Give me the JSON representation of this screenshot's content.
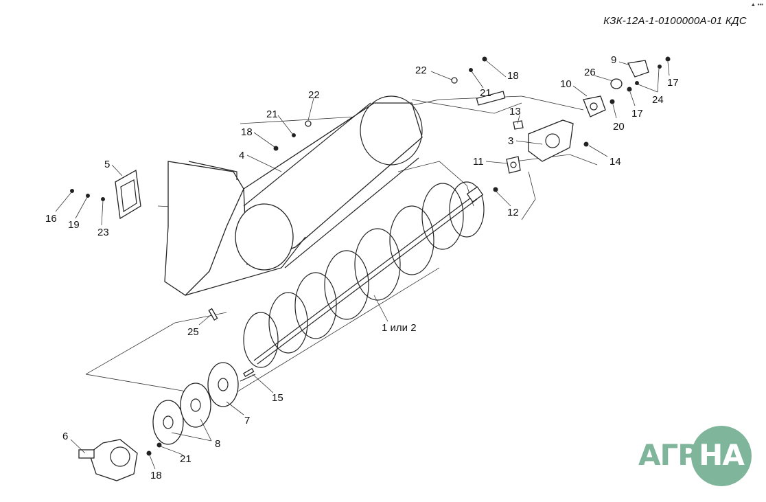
{
  "document_code": "КЗК-12А-1-0100000А-01 КДС",
  "corner_mark": "▲ ▪▪▪",
  "logo": {
    "left_text": "АГРО",
    "circle_text": "НА"
  },
  "callouts": {
    "c1": "1 или 2",
    "c3": "3",
    "c4": "4",
    "c5": "5",
    "c6": "6",
    "c7": "7",
    "c8": "8",
    "c9": "9",
    "c10": "10",
    "c11": "11",
    "c12": "12",
    "c13": "13",
    "c14": "14",
    "c15": "15",
    "c16": "16",
    "c17a": "17",
    "c17b": "17",
    "c18a": "18",
    "c18b": "18",
    "c18c": "18",
    "c19": "19",
    "c20": "20",
    "c21a": "21",
    "c21b": "21",
    "c21c": "21",
    "c22a": "22",
    "c22b": "22",
    "c23": "23",
    "c24": "24",
    "c25": "25",
    "c26": "26"
  }
}
